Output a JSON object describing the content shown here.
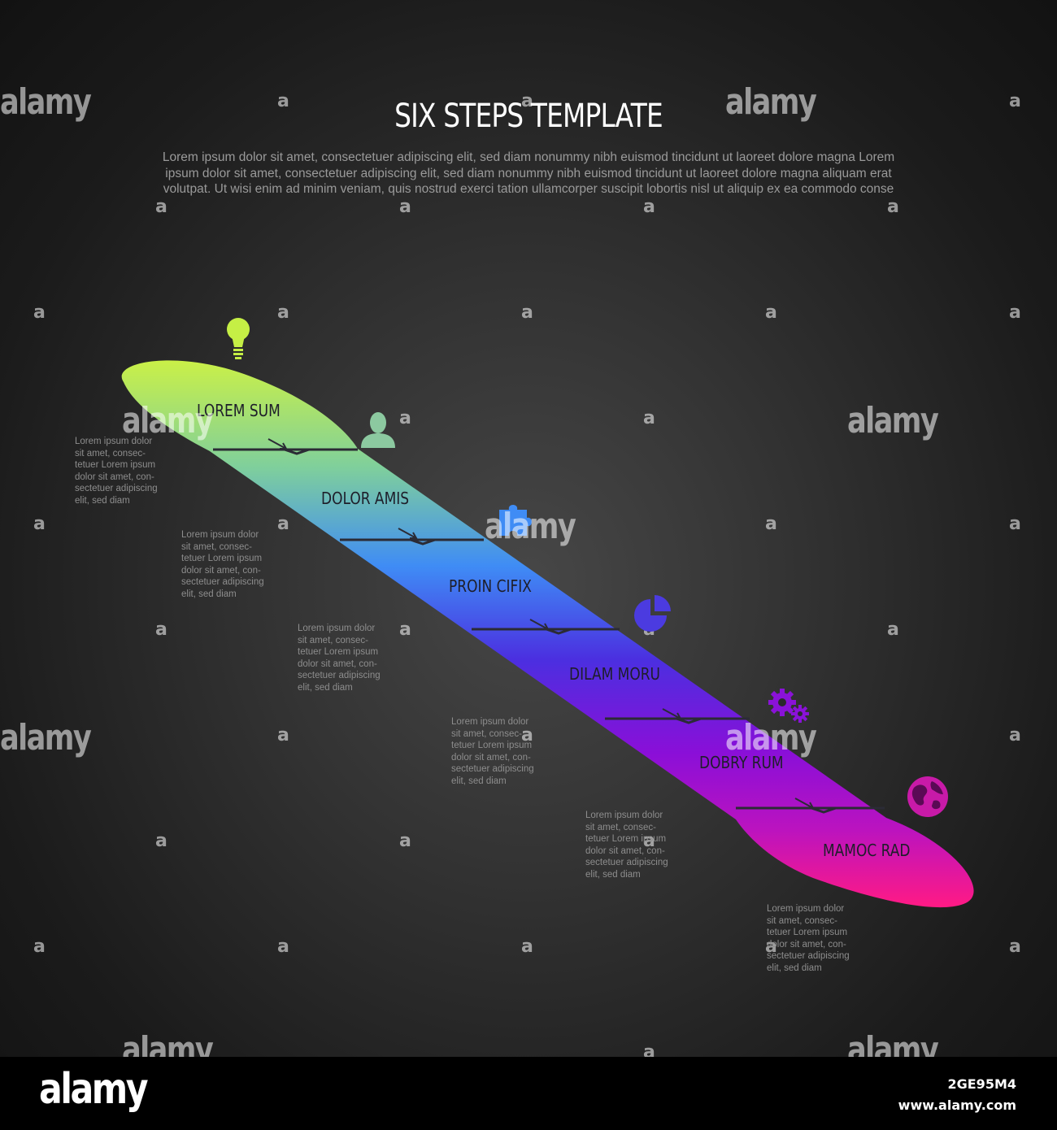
{
  "title": "SIX STEPS TEMPLATE",
  "intro_lines": [
    "Lorem ipsum dolor sit amet, consectetuer adipiscing elit, sed diam nonummy nibh euismod tincidunt ut laoreet dolore magna Lorem",
    "ipsum dolor sit amet, consectetuer adipiscing elit, sed diam nonummy nibh euismod tincidunt ut laoreet dolore magna aliquam erat",
    "volutpat. Ut wisi enim ad minim veniam, quis nostrud exerci tation ullamcorper suscipit lobortis nisl ut aliquip ex ea commodo conse"
  ],
  "steps": [
    {
      "label": "LOREM SUM",
      "icon": "lightbulb-icon",
      "color": "#ccf145",
      "desc": [
        "Lorem ipsum dolor",
        "sit amet, consec-",
        "tetuer Lorem ipsum",
        "dolor sit amet, con-",
        "sectetuer adipiscing",
        "elit, sed diam"
      ]
    },
    {
      "label": "DOLOR AMIS",
      "icon": "user-icon",
      "color": "#7fcf9c",
      "desc": [
        "Lorem ipsum dolor",
        "sit amet, consec-",
        "tetuer Lorem ipsum",
        "dolor sit amet, con-",
        "sectetuer adipiscing",
        "elit, sed diam"
      ]
    },
    {
      "label": "PROIN CIFIX",
      "icon": "puzzle-icon",
      "color": "#3f8cf5",
      "desc": [
        "Lorem ipsum dolor",
        "sit amet, consec-",
        "tetuer Lorem ipsum",
        "dolor sit amet, con-",
        "sectetuer adipiscing",
        "elit, sed diam"
      ]
    },
    {
      "label": "DILAM MORU",
      "icon": "pie-chart-icon",
      "color": "#4b2fe0",
      "desc": [
        "Lorem ipsum dolor",
        "sit amet, consec-",
        "tetuer Lorem ipsum",
        "dolor sit amet, con-",
        "sectetuer adipiscing",
        "elit, sed diam"
      ]
    },
    {
      "label": "DOBRY RUM",
      "icon": "gears-icon",
      "color": "#8a0fd8",
      "desc": [
        "Lorem ipsum dolor",
        "sit amet, consec-",
        "tetuer Lorem ipsum",
        "dolor sit amet, con-",
        "sectetuer adipiscing",
        "elit, sed diam"
      ]
    },
    {
      "label": "MAMOC RAD",
      "icon": "globe-icon",
      "color": "#e7179a",
      "desc": [
        "Lorem ipsum dolor",
        "sit amet, consec-",
        "tetuer Lorem ipsum",
        "dolor sit amet, con-",
        "sectetuer adipiscing",
        "elit, sed diam"
      ]
    }
  ],
  "watermark": {
    "logo": "alamy",
    "letter": "a",
    "footer_logo": "alamy",
    "image_id": "2GE95M4",
    "url": "www.alamy.com"
  }
}
